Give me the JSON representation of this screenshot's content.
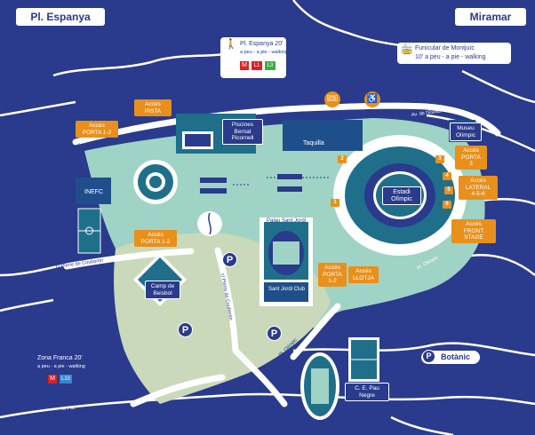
{
  "top_left_badge": "Pl. Espanya",
  "top_right_badge": "Miramar",
  "metro_box": {
    "line1": "Pl. Espanya 20'",
    "line2": "a peu - a pie - walking",
    "lines": [
      "M",
      "L1",
      "L3"
    ]
  },
  "funicular_box": {
    "line1": "Funicular de Montjuïc",
    "line2": "10' a peu - a pie - walking"
  },
  "zona_franca": {
    "line1": "Zona Franca 20'",
    "line2": "a peu - a pie - walking",
    "lines": [
      "M",
      "L10"
    ]
  },
  "access_labels": {
    "porta12_left": [
      "Accés",
      "PORTA 1-2"
    ],
    "pista": [
      "Accés",
      "PISTA"
    ],
    "porta3": [
      "Accés",
      "PORTA",
      "3"
    ],
    "lateral": [
      "Accés",
      "LATERAL",
      "4-5-6"
    ],
    "frontstage": [
      "Accés",
      "FRONT STAGE"
    ],
    "porta12_mid": [
      "Accés",
      "PORTA 1-2"
    ],
    "porta12_bottom": [
      "Accés",
      "PORTA",
      "1-2"
    ],
    "llotja": [
      "Accés",
      "LLOTJA"
    ]
  },
  "venues": {
    "piscines": [
      "Piscines",
      "Bernat",
      "Picornell"
    ],
    "taquilla": "Taquilla",
    "museu": [
      "Museu",
      "Olímpic"
    ],
    "estadi": [
      "Estadi",
      "Olímpic"
    ],
    "inefc": "INEFC",
    "palau": "Palau Sant Jordi",
    "sjclub": "Sant Jordi Club",
    "beisbol": [
      "Camp de",
      "Beisbol"
    ],
    "pau_negre": "C. E. Pau Negre",
    "botanic": "Botànic"
  },
  "roads": {
    "estadi1": "Av. de l'Estadi",
    "estadi2": "Av. de l'Estadi",
    "estadi3": "Av. de l'Estadi",
    "coubertin1": "c/ Pierre de Coubertin",
    "coubertin2": "c/ Pierre de Coubertin",
    "olimpic1": "Pl. Olímpic",
    "olimpic2": "Pl. Olímpic",
    "foc": "c/ Foc"
  },
  "gate_numbers": [
    "1",
    "2",
    "3",
    "4",
    "5",
    "6"
  ],
  "parking_symbol": "P",
  "colors": {
    "navy": "#2a3a8c",
    "teal": "#9fd3c5",
    "sage": "#c9d9ba",
    "orange": "#e8901b",
    "white": "#ffffff"
  }
}
